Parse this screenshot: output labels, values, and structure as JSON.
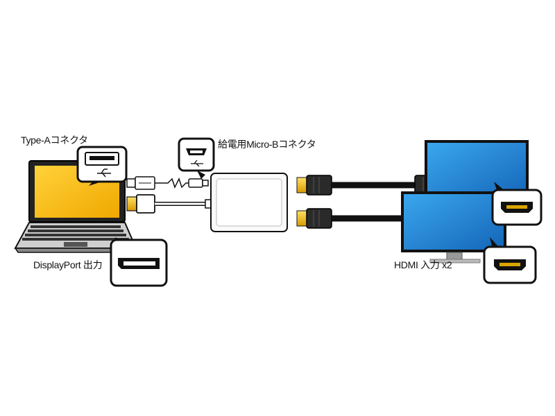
{
  "labels": {
    "type_a": "Type-Aコネクタ",
    "displayport": "DisplayPort 出力",
    "micro_b": "給電用Micro-Bコネクタ",
    "hdmi": "HDMI 入力 x2"
  },
  "colors": {
    "laptop_screen": "#f5b800",
    "monitor_screen": "#1e88d6",
    "hdmi_plug_tip": "#f2c200",
    "cable_black": "#1a1a1a"
  },
  "icons": [
    "laptop-icon",
    "usb-symbol-icon",
    "monitor-icon",
    "adapter-icon"
  ]
}
